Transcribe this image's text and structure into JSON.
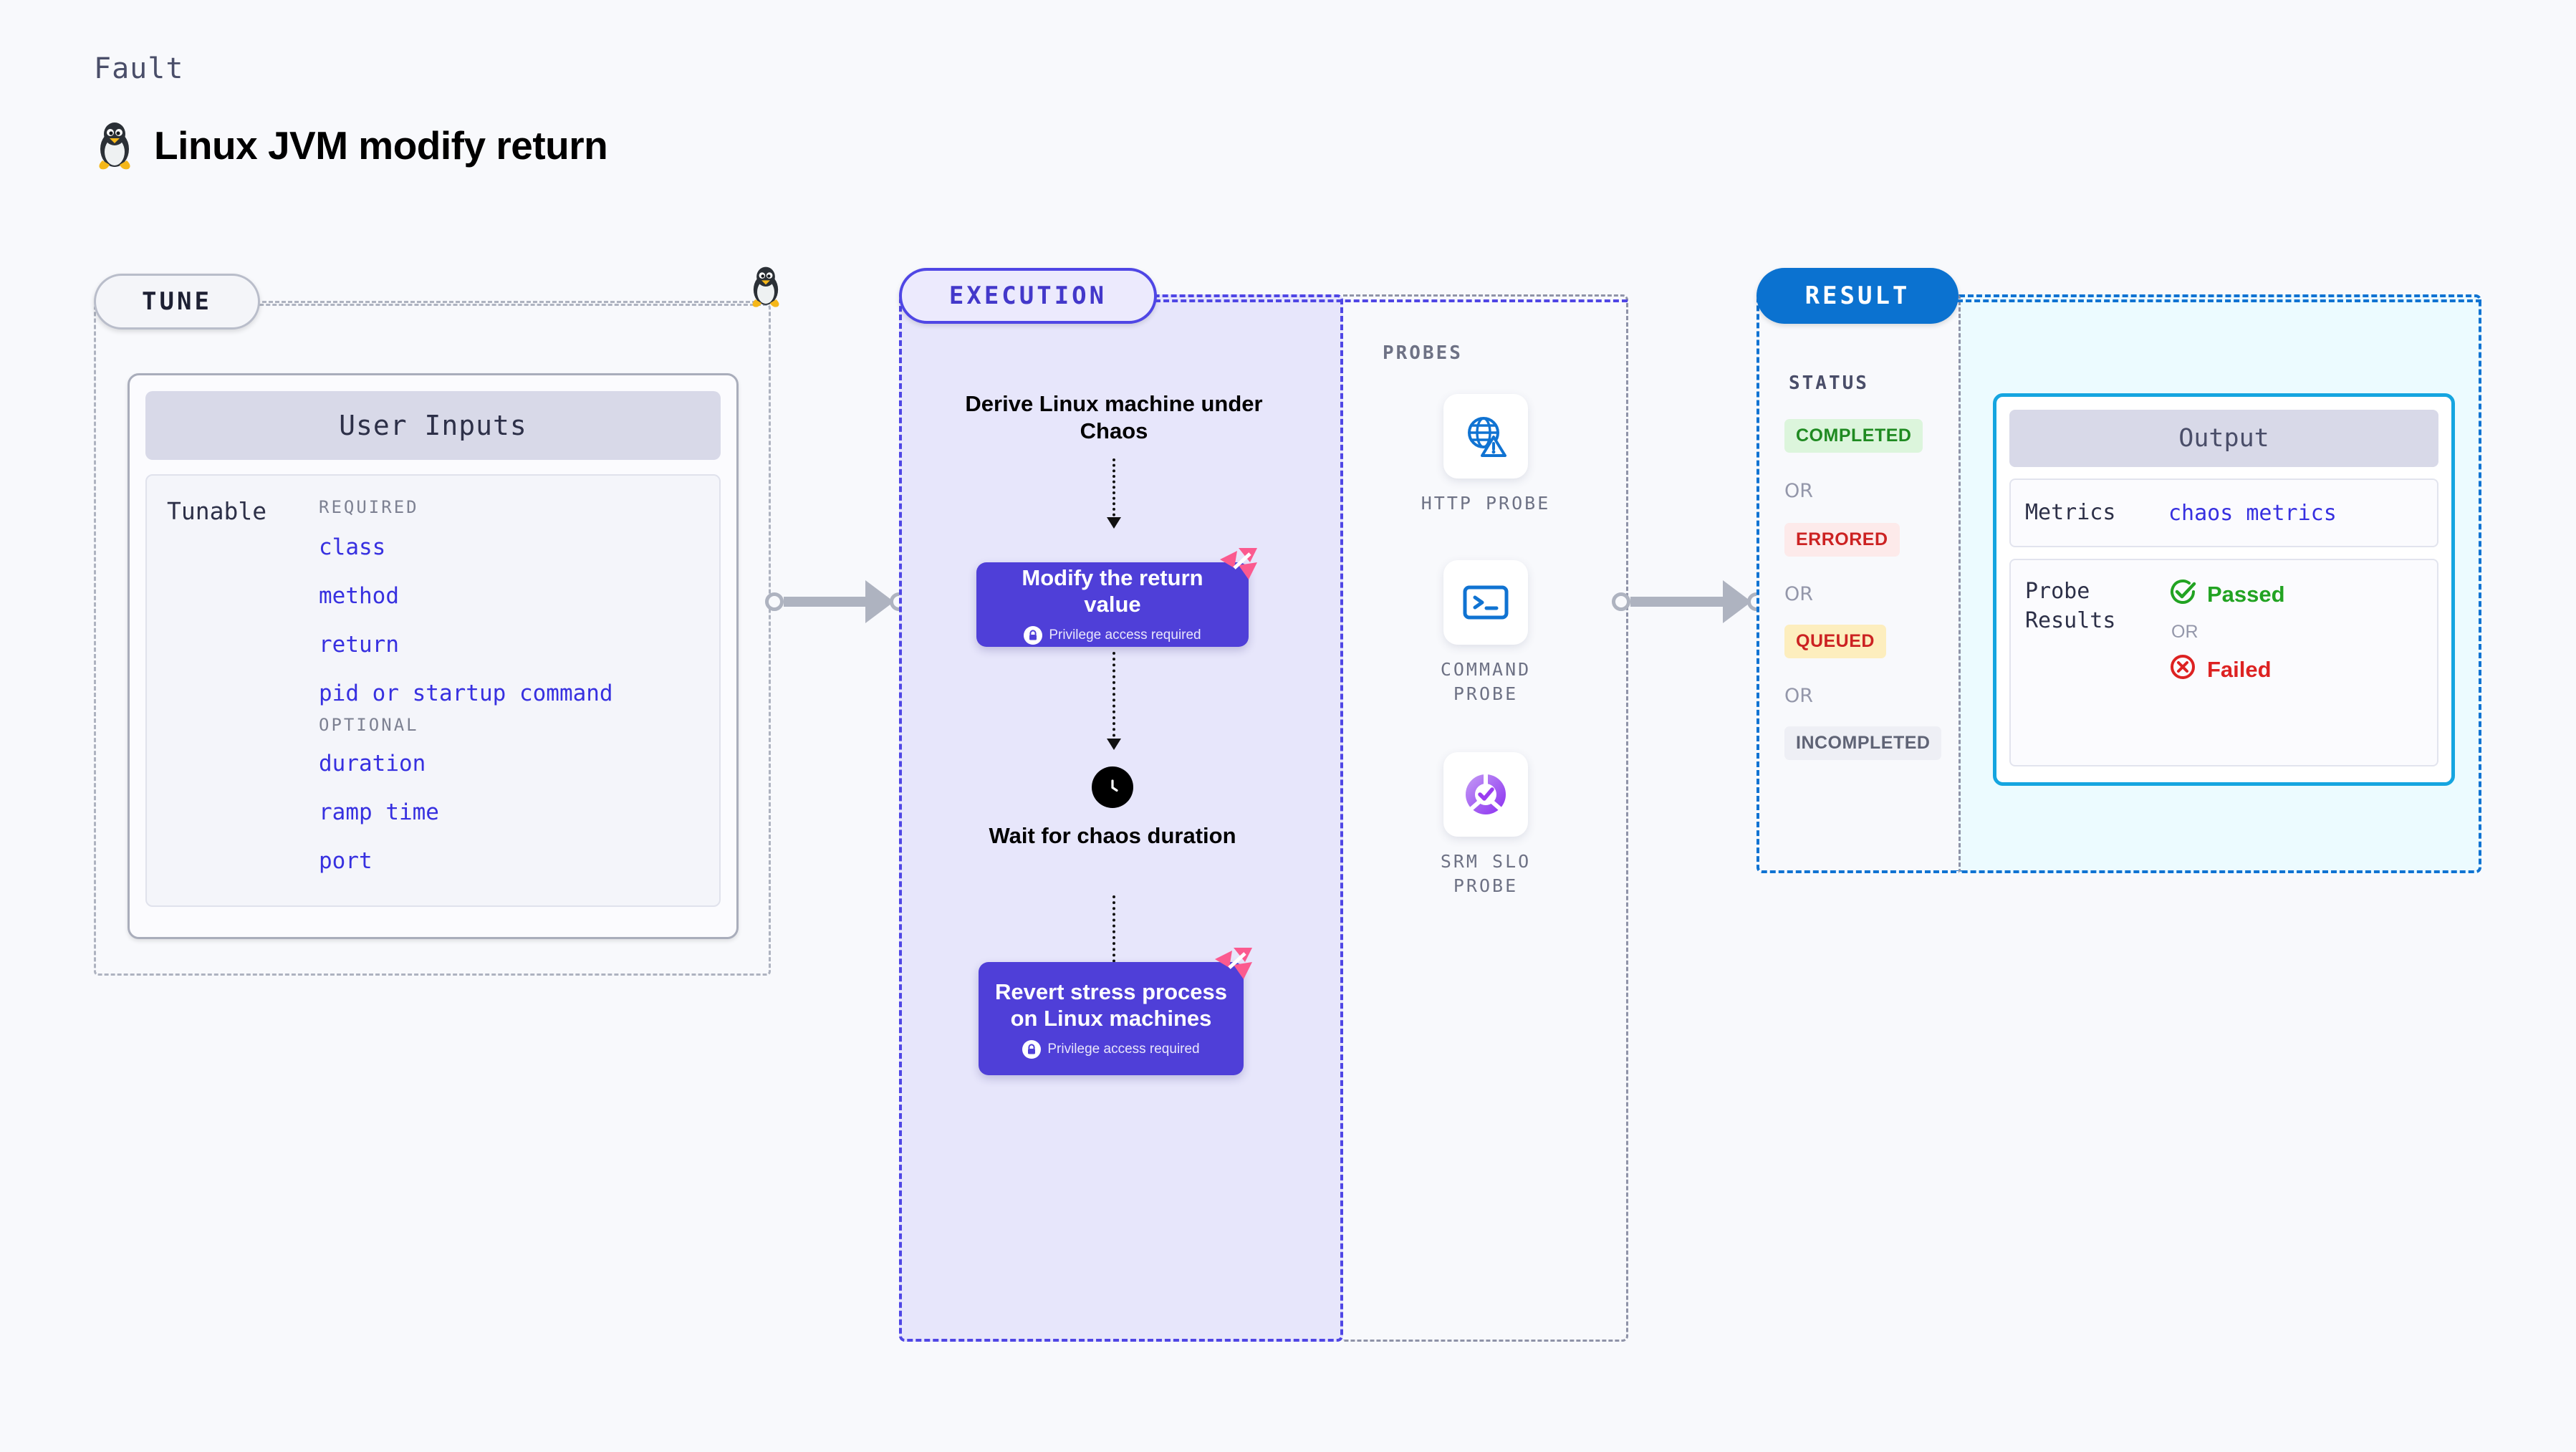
{
  "header": {
    "eyebrow": "Fault",
    "title": "Linux JVM modify return",
    "icon": "linux-penguin-icon"
  },
  "tune": {
    "pill_label": "TUNE",
    "card": {
      "header": "User Inputs",
      "row_label": "Tunable",
      "required_caption": "REQUIRED",
      "required_params": [
        "class",
        "method",
        "return",
        "pid or startup command"
      ],
      "optional_caption": "OPTIONAL",
      "optional_params": [
        "duration",
        "ramp time",
        "port"
      ]
    }
  },
  "execution": {
    "pill_label": "EXECUTION",
    "steps": [
      {
        "type": "text",
        "label": "Derive Linux machine under Chaos"
      },
      {
        "type": "node",
        "label": "Modify the return value",
        "sub": "Privilege access required",
        "badge": "harness-logo-icon",
        "lock": "lock-icon"
      },
      {
        "type": "text",
        "label": "Wait for chaos duration",
        "icon": "clock-icon"
      },
      {
        "type": "node",
        "label": "Revert stress process on Linux machines",
        "sub": "Privilege access required",
        "badge": "harness-logo-icon",
        "lock": "lock-icon"
      }
    ]
  },
  "probes": {
    "caption": "PROBES",
    "items": [
      {
        "label": "HTTP PROBE",
        "icon": "globe-warning-icon"
      },
      {
        "label": "COMMAND PROBE",
        "icon": "terminal-icon"
      },
      {
        "label": "SRM SLO PROBE",
        "icon": "slo-donut-check-icon"
      }
    ]
  },
  "result": {
    "pill_label": "RESULT",
    "status_caption": "STATUS",
    "or_label": "OR",
    "statuses": [
      {
        "label": "COMPLETED",
        "bg": "#dcf5dc",
        "fg": "#1f8a21"
      },
      {
        "label": "ERRORED",
        "bg": "#fdeaea",
        "fg": "#cc2222"
      },
      {
        "label": "QUEUED",
        "bg": "#fdeebe",
        "fg": "#cc2222"
      },
      {
        "label": "INCOMPLETED",
        "bg": "#eeeff5",
        "fg": "#5f6375"
      }
    ],
    "output": {
      "header": "Output",
      "metrics_label": "Metrics",
      "metrics_value": "chaos metrics",
      "probe_results_label": "Probe Results",
      "passed_label": "Passed",
      "failed_label": "Failed",
      "or_label": "OR",
      "passed_icon": "check-circle-icon",
      "failed_icon": "x-circle-icon"
    }
  },
  "colors": {
    "canvas_bg": "#f8f9fc",
    "node_purple": "#4f3fd8",
    "exec_fill": "#e7e6fb",
    "exec_border": "#4f46e5",
    "result_fill": "#ecfbff",
    "result_border": "#1073d2",
    "result_pill": "#0b72d0",
    "param_blue": "#3730e0",
    "connector_gray": "#aeb3c0",
    "harness_pink": "#fb5a8f",
    "passed_green": "#22a322",
    "failed_red": "#dd2222",
    "output_border": "#15a5e0"
  }
}
